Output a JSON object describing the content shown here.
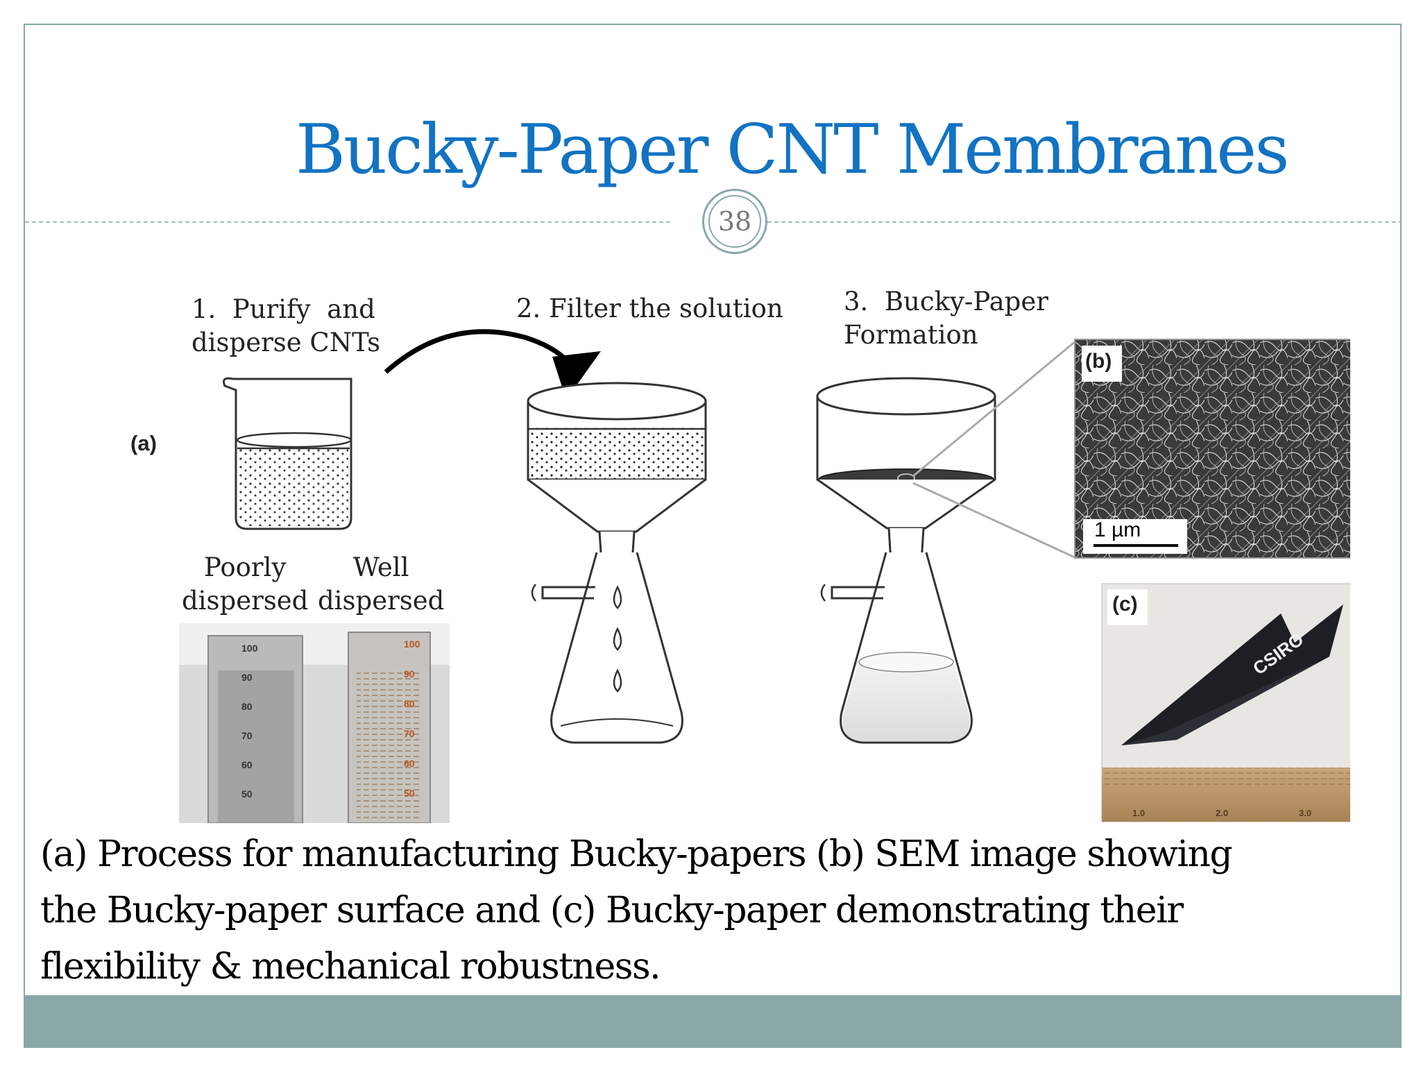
{
  "slide": {
    "title": "Bucky-Paper CNT Membranes",
    "slide_number": "38",
    "colors": {
      "title": "#1273c2",
      "accent": "#8aa8a8"
    }
  },
  "figure": {
    "panel_a_label": "(a)",
    "step1_label": "1.  Purify  and\ndisperse CNTs",
    "step2_label": "2. Filter the solution",
    "step3_label": "3.  Bucky-Paper\nFormation",
    "poorly_label": "Poorly\ndispersed",
    "well_label": "Well\ndispersed",
    "panel_b_label": "(b)",
    "scale_bar": "1 µm",
    "panel_c_label": "(c)",
    "sample_text": "CSIRO",
    "cylinder_left_marks": [
      "100",
      "90",
      "80",
      "70",
      "60",
      "50"
    ],
    "cylinder_right_marks": [
      "100",
      "90",
      "80",
      "70",
      "60",
      "50"
    ],
    "ruler_marks": [
      "1.0",
      "2.0",
      "3.0"
    ]
  },
  "caption": "(a) Process for manufacturing Bucky-papers (b) SEM image showing\nthe Bucky-paper surface and (c) Bucky-paper  demonstrating their\nflexibility & mechanical robustness."
}
